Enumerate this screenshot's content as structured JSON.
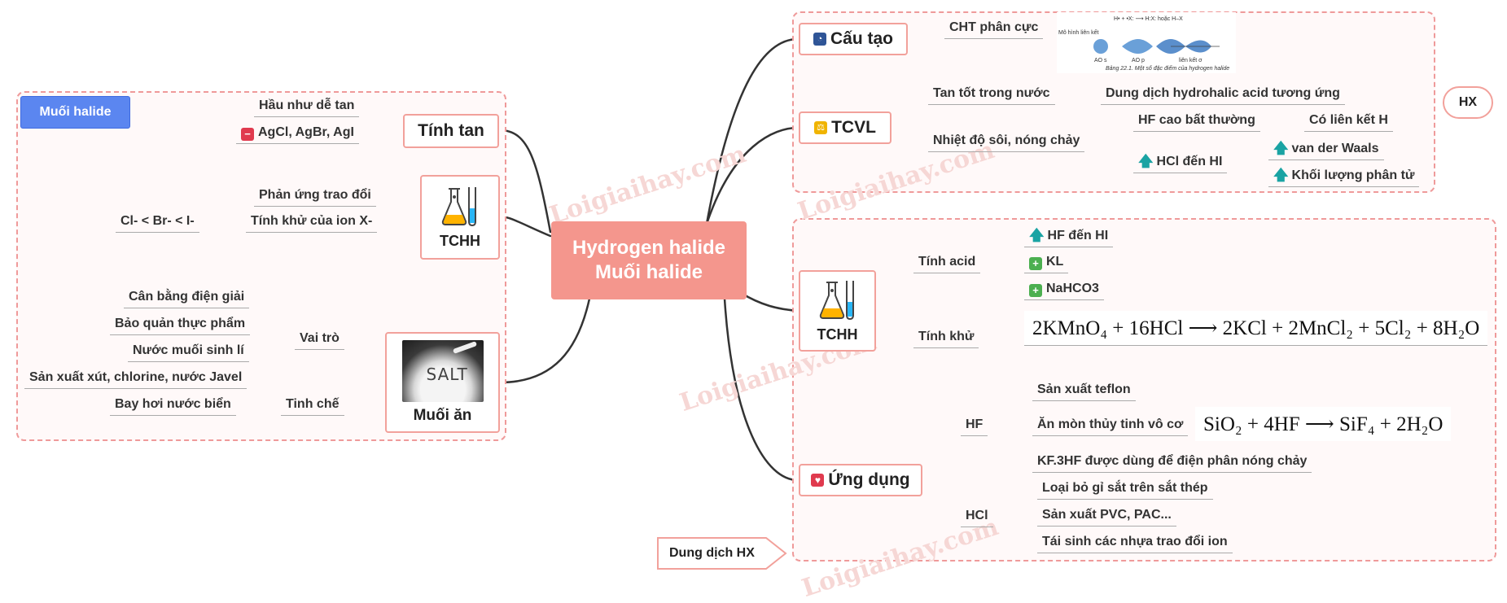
{
  "center": {
    "line1": "Hydrogen halide",
    "line2": "Muối halide"
  },
  "watermark": "Loigiaihay.com",
  "left_group_tag": "Muối halide",
  "hx_tag": "HX",
  "bottom_tag": "Dung dịch HX",
  "left": {
    "tinh_tan": {
      "title": "Tính tan",
      "items": [
        "Hầu như dễ tan",
        "AgCl, AgBr, AgI"
      ]
    },
    "tchh": {
      "title": "TCHH",
      "items": [
        "Phản ứng trao đổi",
        "Tính khử của ion X-"
      ],
      "sub": "Cl- < Br- < I-"
    },
    "muoi_an": {
      "title": "Muối ăn",
      "image_text": "SALT",
      "vai_tro": {
        "label": "Vai trò",
        "items": [
          "Cân bằng điện giải",
          "Bảo quản thực phẩm",
          "Nước muối sinh lí",
          "Sản xuất xút, chlorine, nước Javel"
        ]
      },
      "tinh_che": {
        "label": "Tinh chế",
        "items": [
          "Bay hơi nước biển"
        ]
      }
    }
  },
  "right": {
    "cau_tao": {
      "title": "Cấu tạo",
      "item": "CHT phân cực",
      "figure": {
        "title": "Mô hình liên kết",
        "top": "H• + •X: ⟶ H:X: hoặc H–X",
        "labels": [
          "AO s",
          "AO p",
          "liên kết σ"
        ],
        "caption": "Bảng 22.1. Một số đặc điểm của hydrogen halide"
      }
    },
    "tcvl": {
      "title": "TCVL",
      "tan": {
        "label": "Tan tốt trong nước",
        "sub": "Dung dịch hydrohalic acid tương ứng"
      },
      "nhiet": {
        "label": "Nhiệt độ sôi, nóng chảy",
        "hf": {
          "label": "HF cao bất thường",
          "sub": "Có liên kết H"
        },
        "hcl": {
          "label": "HCl đến HI",
          "subs": [
            "van der Waals",
            "Khối lượng phân tử"
          ]
        }
      }
    },
    "tchh": {
      "title": "TCHH",
      "acid": {
        "label": "Tính acid",
        "items": [
          "HF đến HI",
          "KL",
          "NaHCO3"
        ]
      },
      "khu": {
        "label": "Tính khử",
        "formula": "2KMnO₄ + 16HCl ⟶ 2KCl + 2MnCl₂ + 5Cl₂ + 8H₂O"
      }
    },
    "ung_dung": {
      "title": "Ứng dụng",
      "hf": {
        "label": "HF",
        "items": [
          "Sản xuất teflon",
          "Ăn mòn thủy tinh vô cơ",
          "KF.3HF được dùng để điện phân nóng chảy"
        ],
        "formula": "SiO₂ + 4HF ⟶ SiF₄ + 2H₂O"
      },
      "hcl": {
        "label": "HCl",
        "items": [
          "Loại bỏ gỉ sắt trên sắt thép",
          "Sản xuất PVC, PAC...",
          "Tái sinh các nhựa trao đổi ion"
        ]
      }
    }
  },
  "colors": {
    "accent": "#f4968d",
    "border": "#f2a19b",
    "dashed": "#ef9a9a",
    "tag": "#5b86f0",
    "arrow": "#1aa3a3"
  }
}
